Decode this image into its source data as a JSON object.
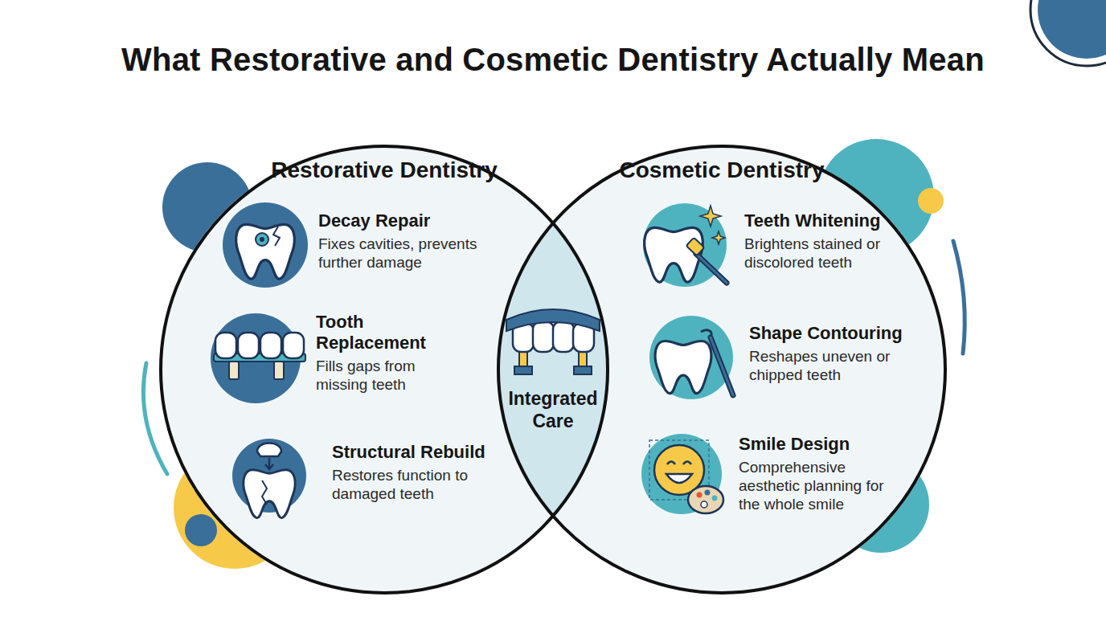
{
  "diagram": {
    "title": "What Restorative and Cosmetic Dentistry Actually Mean",
    "nodes": [
      {
        "text": [
          "Restorative Dentistry"
        ]
      },
      {
        "text": [
          "Decay Repair",
          "Fixes cavities, prevents further damage"
        ],
        "in": 0
      },
      {
        "text": [
          "Tooth Replacement",
          "Fills gaps from missing teeth"
        ],
        "in": 0
      },
      {
        "text": [
          "Structural Rebuild",
          "Restores function to damaged teeth"
        ],
        "in": 0
      },
      {
        "text": [
          "Integrated Care"
        ]
      },
      {
        "text": [
          "Cosmetic Dentistry"
        ]
      },
      {
        "text": [
          "Teeth Whitening",
          "Brightens stained or discolored teeth"
        ],
        "in": 5
      },
      {
        "text": [
          "Shape Contouring",
          "Reshapes uneven or chipped teeth"
        ],
        "in": 5
      },
      {
        "text": [
          "Smile Design",
          "Comprehensive aesthetic planning for the whole smile"
        ],
        "in": 5
      }
    ]
  }
}
